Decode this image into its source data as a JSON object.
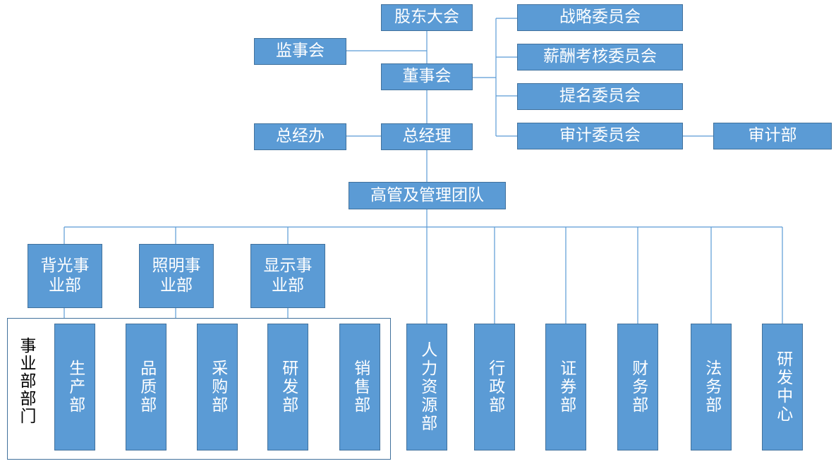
{
  "org": {
    "shareholders": "股东大会",
    "supervisors": "监事会",
    "board": "董事会",
    "committees": [
      "战略委员会",
      "薪酬考核委员会",
      "提名委员会",
      "审计委员会"
    ],
    "audit_dept": "审计部",
    "gm_office": "总经办",
    "gm": "总经理",
    "management": "高管及管理团队",
    "business_units": [
      "背光事业部",
      "照明事业部",
      "显示事业部"
    ],
    "bu_group_label": "事业部部门",
    "bu_departments": [
      "生产部",
      "品质部",
      "采购部",
      "研发部",
      "销售部"
    ],
    "functional_departments": [
      "人力资源部",
      "行政部",
      "证券部",
      "财务部",
      "法务部",
      "研发中心"
    ]
  },
  "colors": {
    "box_fill": "#5b9bd5",
    "box_border": "#41719c",
    "text": "#ffffff",
    "line": "#5b9bd5"
  }
}
